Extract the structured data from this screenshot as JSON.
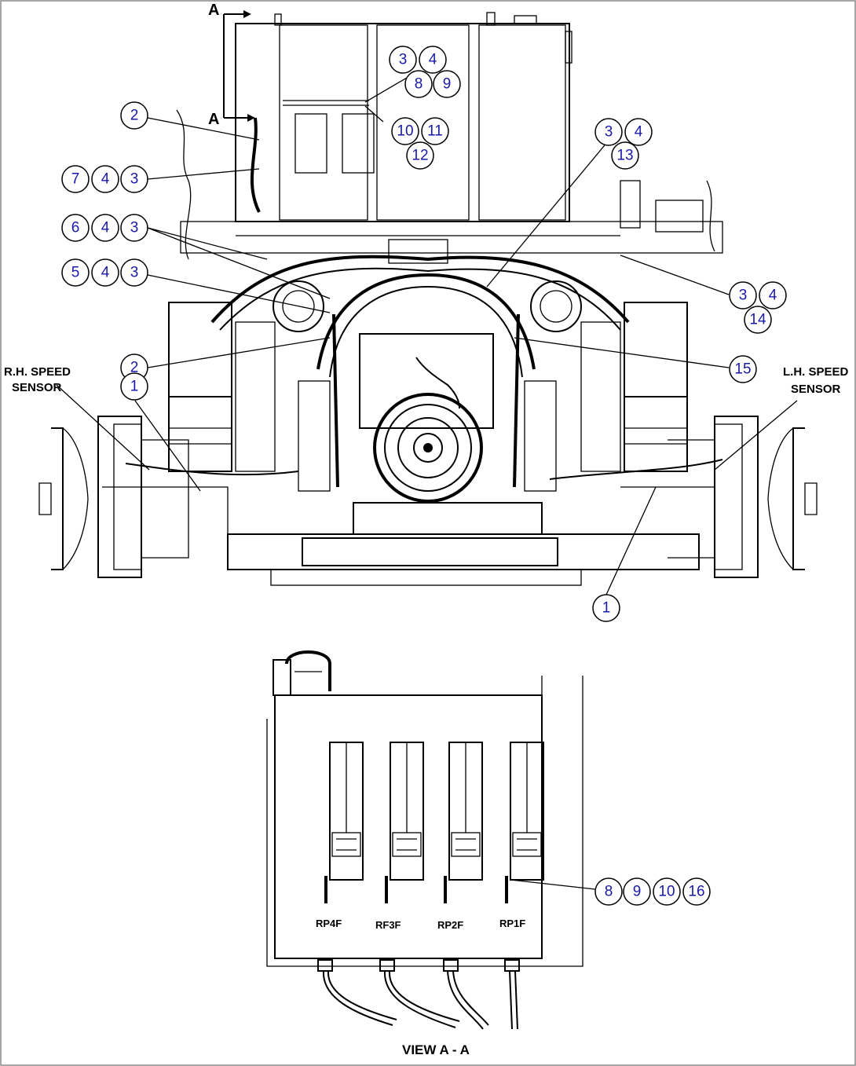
{
  "labels": {
    "rh_speed_sensor_l1": "R.H. SPEED",
    "rh_speed_sensor_l2": "SENSOR",
    "lh_speed_sensor_l1": "L.H. SPEED",
    "lh_speed_sensor_l2": "SENSOR",
    "section_a_top": "A",
    "section_a_mid": "A",
    "view_title": "VIEW A - A",
    "connectors": [
      "RP4F",
      "RF3F",
      "RP2F",
      "RP1F"
    ]
  },
  "callouts": {
    "b3a": "3",
    "b4a": "4",
    "b8a": "8",
    "b9a": "9",
    "b10a": "10",
    "b11a": "11",
    "b12a": "12",
    "b2a": "2",
    "b7": "7",
    "b4b": "4",
    "b3b": "3",
    "b3c": "3",
    "b4c": "4",
    "b13": "13",
    "b6": "6",
    "b4d": "4",
    "b3d": "3",
    "b5": "5",
    "b4e": "4",
    "b3e": "3",
    "b3f": "3",
    "b4f": "4",
    "b14": "14",
    "b2b": "2",
    "b15": "15",
    "b1a": "1",
    "b1b": "1",
    "b8b": "8",
    "b9b": "9",
    "b10b": "10",
    "b16": "16"
  }
}
